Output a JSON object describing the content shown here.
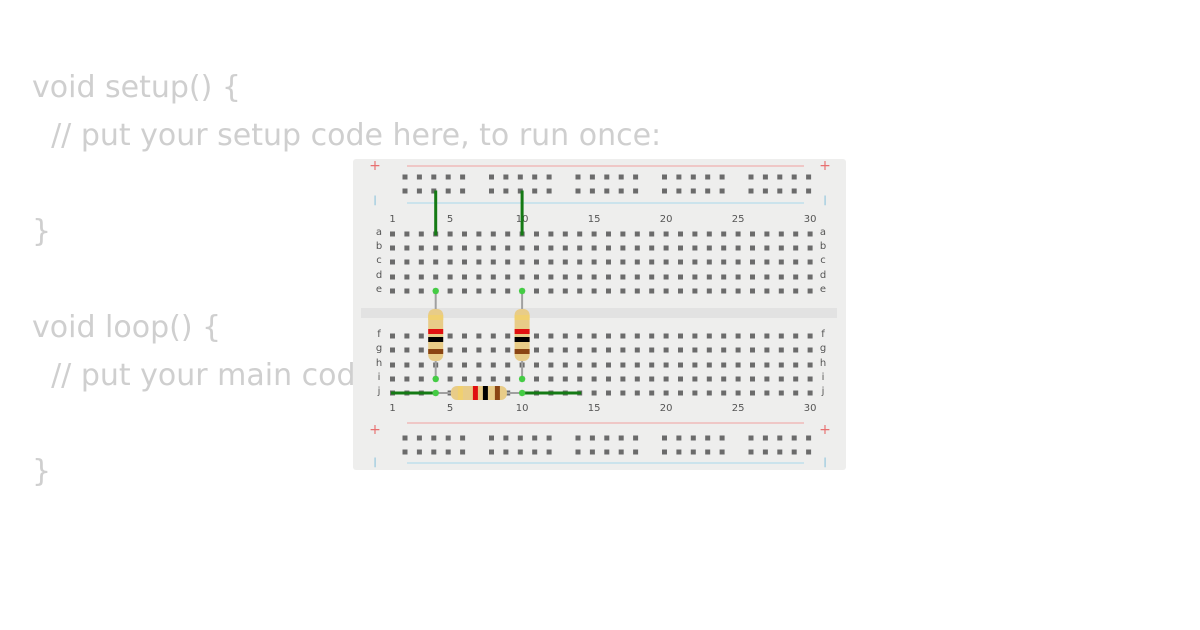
{
  "editor": {
    "lines": [
      "void setup() {",
      "  // put your setup code here, to run once:",
      "",
      "}",
      "",
      "void loop() {",
      "  // put your main code here, to run repeatedly:",
      "",
      "}"
    ]
  },
  "breadboard": {
    "columns": 30,
    "column_labels": [
      "1",
      "5",
      "10",
      "15",
      "20",
      "25",
      "30"
    ],
    "top_rows": [
      "a",
      "b",
      "c",
      "d",
      "e"
    ],
    "bottom_rows": [
      "f",
      "g",
      "h",
      "i",
      "j"
    ],
    "rail_plus": "+",
    "rail_minus": "|",
    "colors": {
      "board": "#eeeeed",
      "hole": "#6b6b6b",
      "plus_line": "#f0a0a0",
      "minus_line": "#a8d8ea",
      "channel": "#e2e2e2",
      "wire": "#147a14",
      "pin": "#44cc44",
      "resistor_body": "#e8cc88"
    },
    "wires": [
      {
        "from": "rail-col-4",
        "to": "a4"
      },
      {
        "from": "rail-col-10",
        "to": "a10"
      },
      {
        "from": "j1",
        "to": "j4"
      },
      {
        "from": "j10",
        "to": "j14"
      }
    ],
    "resistors": [
      {
        "orientation": "vertical",
        "from": "e4",
        "to": "i4",
        "bands": [
          "#f0d070",
          "#e01010",
          "#000000",
          "#8b4513"
        ]
      },
      {
        "orientation": "vertical",
        "from": "e10",
        "to": "i10",
        "bands": [
          "#f0d070",
          "#e01010",
          "#000000",
          "#8b4513"
        ]
      },
      {
        "orientation": "horizontal",
        "from": "j4",
        "to": "j10",
        "bands": [
          "#f0d070",
          "#e01010",
          "#000000",
          "#8b4513"
        ]
      }
    ]
  }
}
